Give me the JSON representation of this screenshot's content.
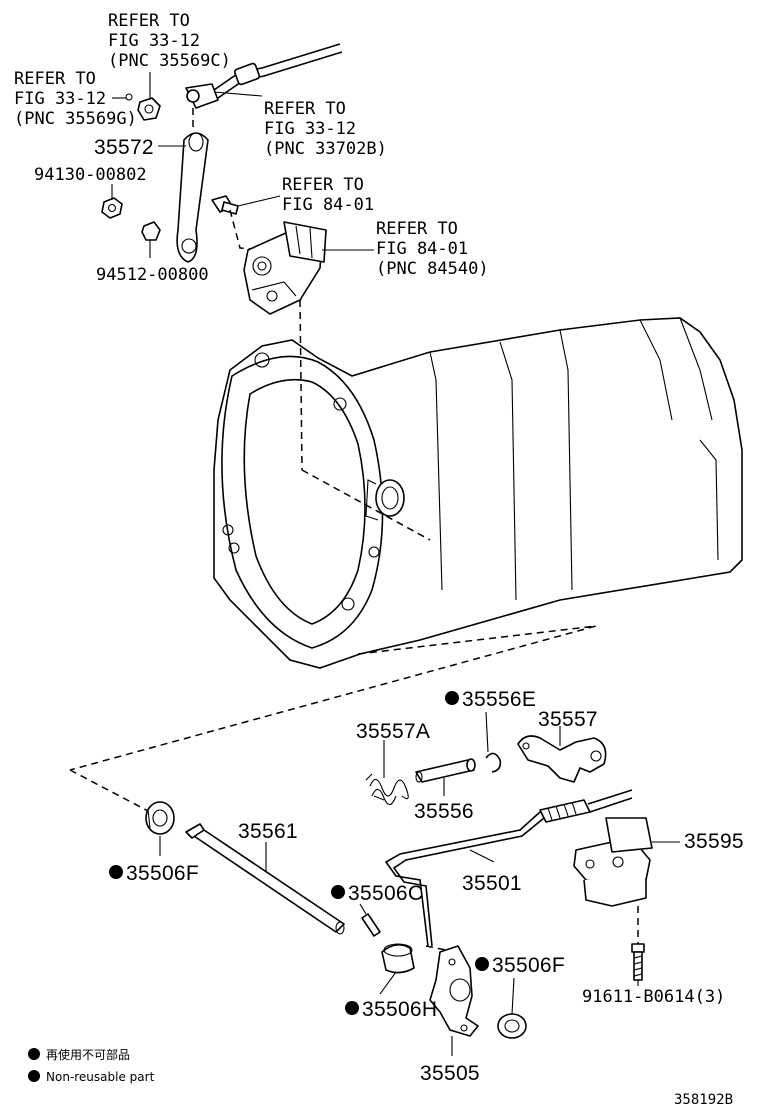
{
  "refs": {
    "ref1": [
      "REFER TO",
      "FIG 33-12",
      "(PNC 35569C)"
    ],
    "ref2": [
      "REFER TO",
      "FIG 33-12",
      "(PNC 35569G)"
    ],
    "ref3": [
      "REFER TO",
      "FIG 33-12",
      "(PNC 33702B)"
    ],
    "ref4": [
      "REFER TO",
      "FIG 84-01"
    ],
    "ref5": [
      "REFER TO",
      "FIG 84-01",
      "(PNC 84540)"
    ]
  },
  "parts": {
    "p35572": "35572",
    "p94130": "94130-00802",
    "p94512": "94512-00800",
    "p35556E": "35556E",
    "p35557A": "35557A",
    "p35557": "35557",
    "p35556": "35556",
    "p35561": "35561",
    "p35595": "35595",
    "p35506F_left": "35506F",
    "p35506C": "35506C",
    "p35501": "35501",
    "p35506F_right": "35506F",
    "p91611": "91611-B0614(3)",
    "p35506H": "35506H",
    "p35505": "35505"
  },
  "legend": {
    "line_jp": "再使用不可部品",
    "line_en": "Non-reusable part"
  },
  "figure_code": "358192B"
}
